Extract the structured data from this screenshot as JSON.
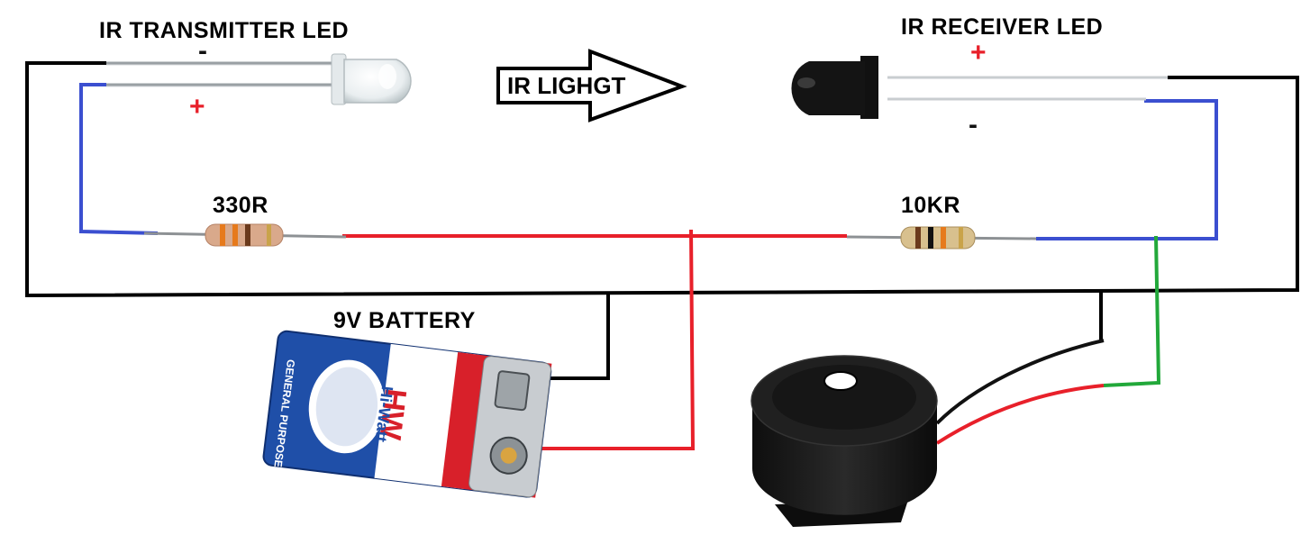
{
  "labels": {
    "transmitter": "IR TRANSMITTER LED",
    "receiver": "IR RECEIVER LED",
    "arrow": "IR LIGHGT",
    "r1": "330R",
    "r2": "10KR",
    "battery": "9V BATTERY"
  },
  "signs": {
    "tx_minus": "-",
    "tx_plus": "+",
    "rx_plus": "+",
    "rx_minus": "-"
  },
  "battery_print": {
    "brand": "HW",
    "model": "Hi-Watt",
    "purpose": "GENERAL PURPOSE"
  },
  "colors": {
    "ground_wire": "#000000",
    "positive_wire": "#e8202a",
    "led_lead_wire": "#3b4fd0",
    "signal_wire": "#22a83a",
    "battery_blue": "#1f4fa8",
    "battery_red": "#d8202a"
  }
}
